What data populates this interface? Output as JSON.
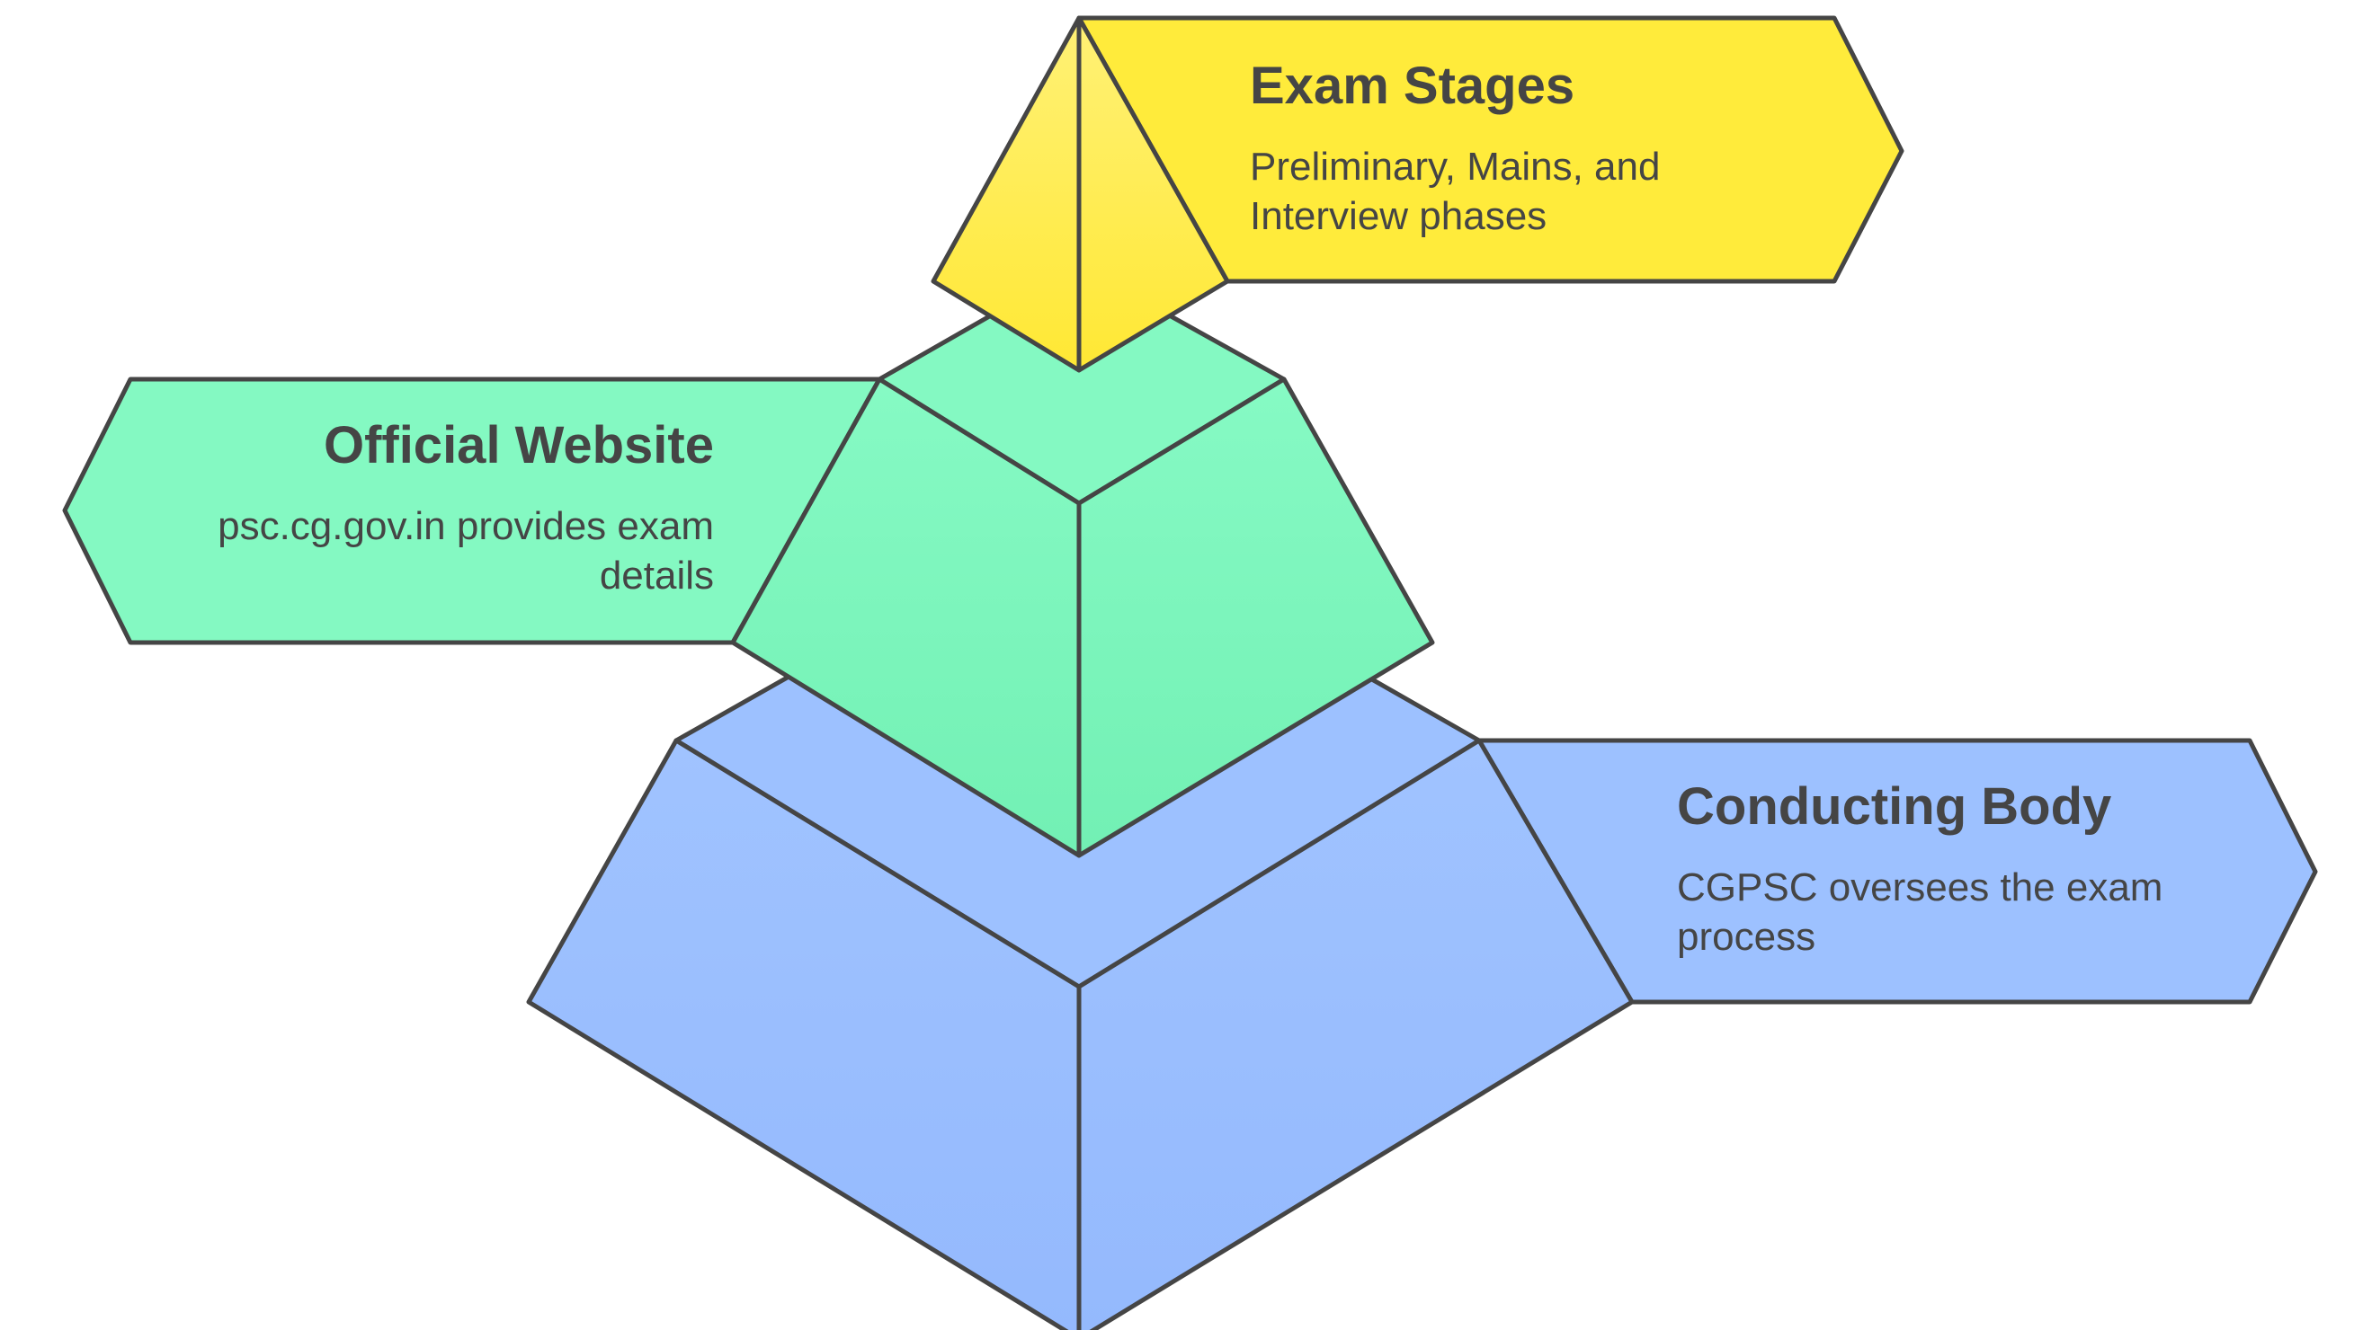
{
  "tiers": [
    {
      "id": "exam-stages",
      "title": "Exam Stages",
      "description": "Preliminary, Mains, and Interview phases",
      "color": "#FFEB3B"
    },
    {
      "id": "official-website",
      "title": "Official Website",
      "description": "psc.cg.gov.in provides exam details",
      "color": "#84F9C2"
    },
    {
      "id": "conducting-body",
      "title": "Conducting Body",
      "description": "CGPSC oversees the exam process",
      "color": "#9DC1FF"
    }
  ],
  "outline_color": "#454545"
}
